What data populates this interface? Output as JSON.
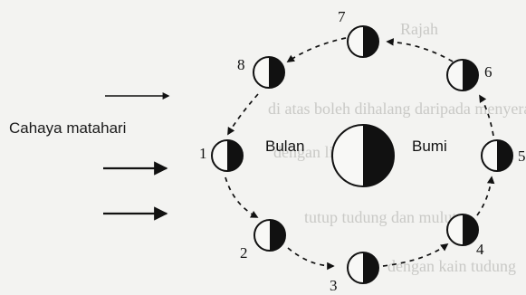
{
  "diagram": {
    "sunlight_label": "Cahaya matahari",
    "moon_label": "Bulan",
    "earth_label": "Bumi",
    "phase_numbers": [
      "1",
      "2",
      "3",
      "4",
      "5",
      "6",
      "7",
      "8"
    ]
  },
  "background_text": {
    "line1": "Rajah",
    "line2": "di atas boleh dihalang daripada menyerap?",
    "line3": "dengan lilin itu",
    "line4": "tutup tudung dan mulut",
    "line5": "dengan kain tudung"
  },
  "colors": {
    "ink": "#111111",
    "paper": "#f3f3f1",
    "ghost_text": "#c9c9c6"
  }
}
